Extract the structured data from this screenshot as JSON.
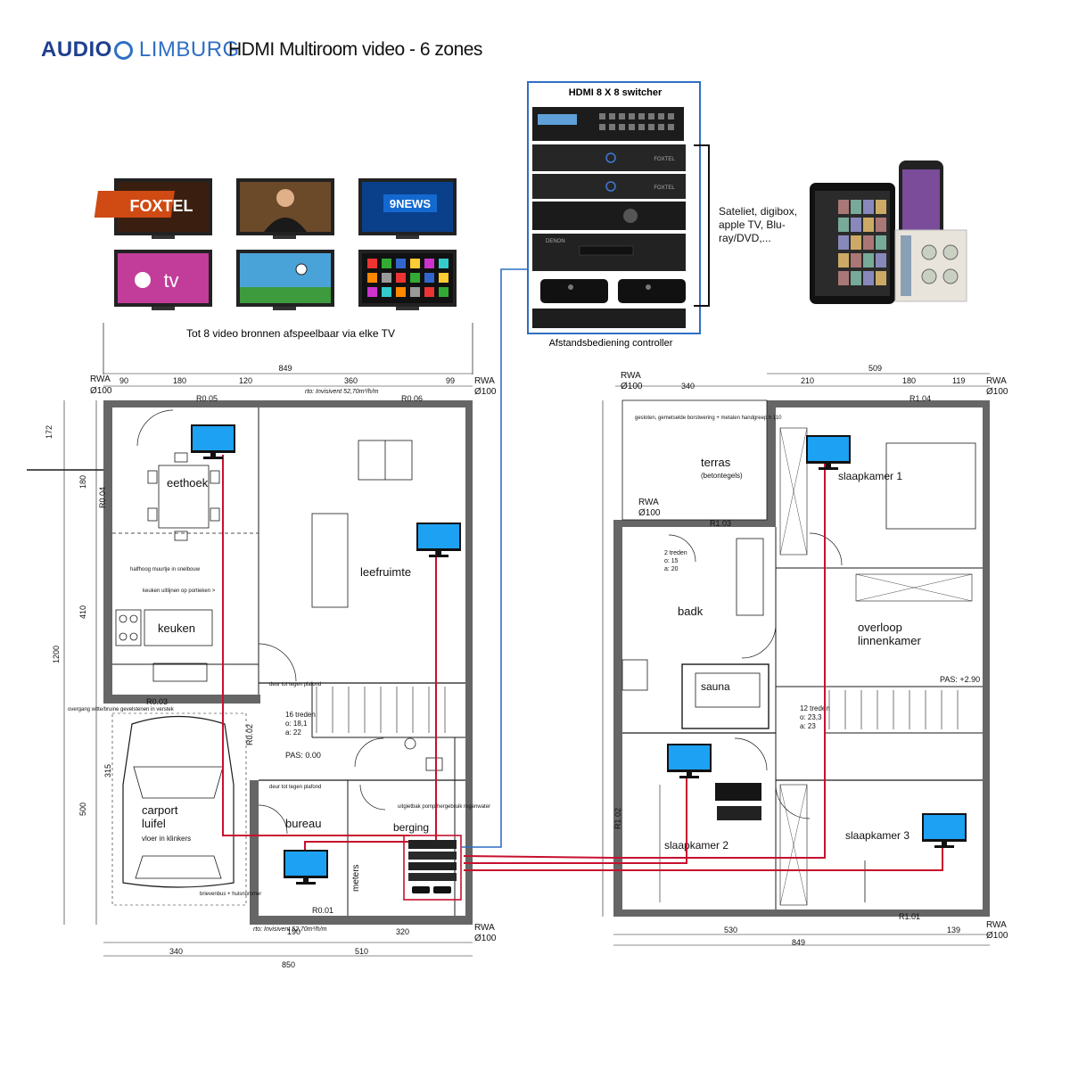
{
  "brand": {
    "name_bold": "AUDIO",
    "name_light": "LIMBURG"
  },
  "title": "HDMI Multiroom video - 6 zones",
  "colors": {
    "brand_dark": "#1f3f8f",
    "brand_light": "#2f6fc4",
    "hdmi_cable": "#c8102e",
    "control_cable": "#2f6fc4",
    "tv_screen": "#1da1f2",
    "wall": "#1a1a1a"
  },
  "sources": {
    "caption": "Tot 8 video bronnen afspeelbaar via elke TV",
    "tiles": [
      {
        "label": "FOXTEL",
        "icon": "foxtel-logo-icon"
      },
      {
        "label": "",
        "icon": "movie-scene-icon"
      },
      {
        "label": "9NEWS",
        "icon": "news-logo-icon"
      },
      {
        "label": "tv",
        "icon": "apple-tv-logo-icon"
      },
      {
        "label": "",
        "icon": "football-scene-icon"
      },
      {
        "label": "",
        "icon": "smart-apps-icon"
      }
    ]
  },
  "rack": {
    "title": "HDMI 8 X 8 switcher",
    "caption": "Afstandsbediening controller",
    "sources_note": "Sateliet, digibox, apple TV, Blu-ray/DVD,...",
    "brands": [
      "FOXTEL",
      "FOXTEL",
      "",
      "DENON"
    ]
  },
  "control_devices": [
    {
      "icon": "tablet-icon"
    },
    {
      "icon": "smartphone-icon"
    },
    {
      "icon": "wall-keypad-icon"
    }
  ],
  "ground_floor": {
    "rooms": [
      {
        "name": "eethoek"
      },
      {
        "name": "leefruimte"
      },
      {
        "name": "keuken"
      },
      {
        "name": "carport"
      },
      {
        "name": "luifel"
      },
      {
        "name": "vloer in klinkers"
      },
      {
        "name": "bureau"
      },
      {
        "name": "berging"
      },
      {
        "name": "meters"
      }
    ],
    "dims_top": [
      "849",
      "90",
      "180",
      "120",
      "360",
      "99"
    ],
    "dims_bottom": [
      "340",
      "510",
      "850",
      "190",
      "320"
    ],
    "dims_left": [
      "172",
      "180",
      "410",
      "1200",
      "315",
      "500"
    ],
    "labels": [
      "RWA",
      "Ø100",
      "R0.05",
      "R0.06",
      "R0.04",
      "R0.03",
      "R0.02",
      "R0.01",
      "PAS: 0.00",
      "16 treden",
      "o: 18,1",
      "a: 22",
      "rto: Invisivent 52,70m³/h/m",
      "halfhoog muurtje in snelbouw",
      "keuken uitlijnen op portieken >",
      "uitgietbak pomp hergebruik regenwater",
      "overgang witte/bruine gevelstenen in verstek",
      "deur tot tegen plafond",
      "brievenbus + huisnummer"
    ]
  },
  "first_floor": {
    "rooms": [
      {
        "name": "terras"
      },
      {
        "name": "(betontegels)"
      },
      {
        "name": "slaapkamer 1"
      },
      {
        "name": "badk"
      },
      {
        "name": "sauna"
      },
      {
        "name": "overloop"
      },
      {
        "name": "linnenkamer"
      },
      {
        "name": "slaapkamer 2"
      },
      {
        "name": "slaapkamer 3"
      }
    ],
    "dims_top": [
      "509",
      "340",
      "210",
      "180",
      "119"
    ],
    "dims_bottom": [
      "530",
      "849",
      "139"
    ],
    "labels": [
      "RWA",
      "Ø100",
      "R1.04",
      "R1.03",
      "R1.02",
      "R1.01",
      "PAS: +2.90",
      "12 treden",
      "o: 23,3",
      "a: 23",
      "2 treden",
      "o: 15",
      "a: 20",
      "gesloten, gemetselde borstwering + metalen handgreep h 110"
    ]
  }
}
